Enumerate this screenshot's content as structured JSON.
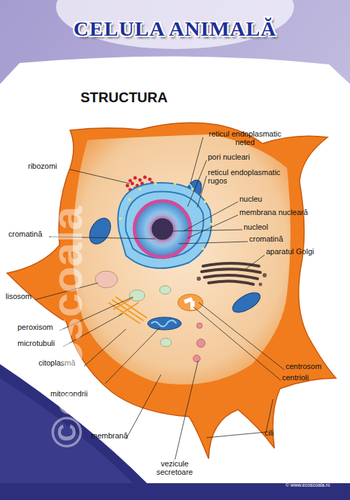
{
  "diagram": {
    "title": "CELULA ANIMALĂ",
    "labels": [
      "STRUCTURA",
      "reticul endoplasmatic neted",
      "pori nucleari",
      "reticul endoplasmatic rugos",
      "ribozomi",
      "nucleu",
      "membrana nucleară",
      "cromatină",
      "nucleol",
      "cromatină",
      "aparatul Golgi",
      "lisosom",
      "peroxisom",
      "microtubuli",
      "citoplasmă",
      "mitocondrii",
      "centrosom",
      "centrioli",
      "membrană",
      "cili",
      "vezicule secretoare",
      "© www.ecoscoala.ro",
      "©ecoscoala"
    ]
  }
}
